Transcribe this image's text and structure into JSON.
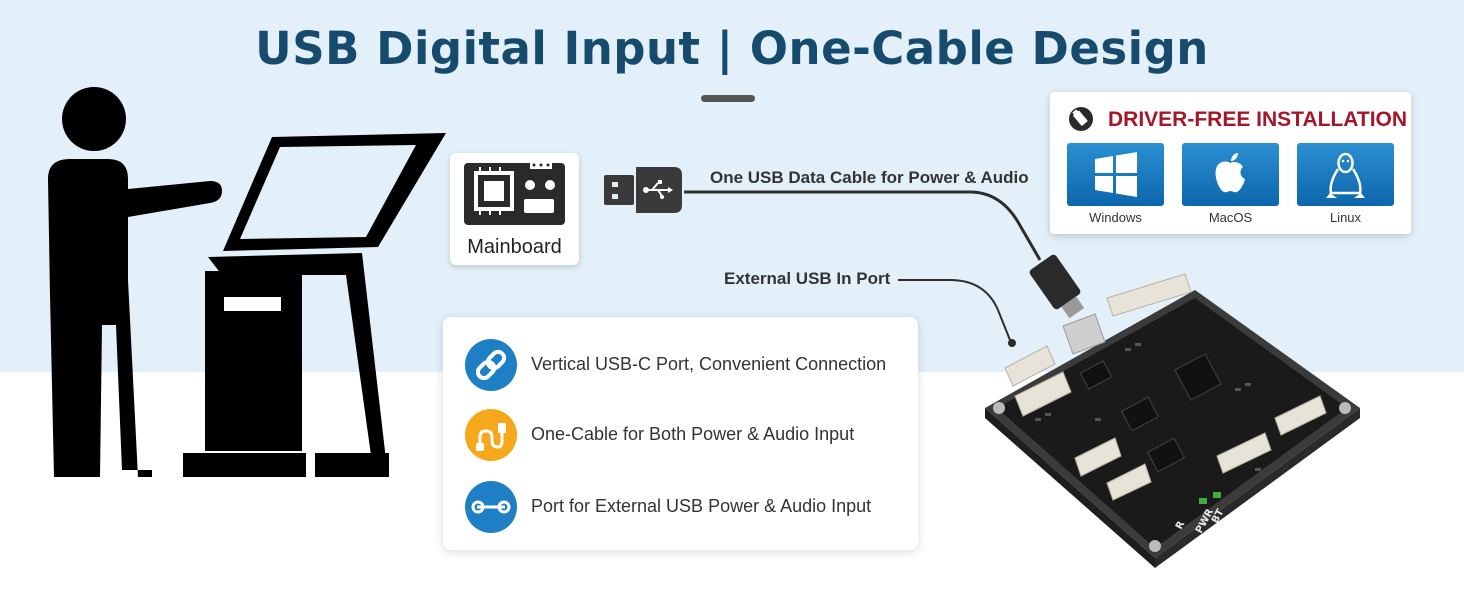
{
  "title": "USB Digital Input | One-Cable Design",
  "mainboard": {
    "label": "Mainboard"
  },
  "cable": {
    "label": "One USB Data Cable for Power & Audio"
  },
  "external_port": {
    "label": "External USB In Port"
  },
  "driver": {
    "title": "DRIVER-FREE INSTALLATION",
    "title_color": "#a3172a",
    "icon": "usb-plug-icon",
    "os": [
      {
        "label": "Windows",
        "icon": "windows-logo-icon"
      },
      {
        "label": "MacOS",
        "icon": "apple-logo-icon"
      },
      {
        "label": "Linux",
        "icon": "linux-penguin-icon"
      }
    ]
  },
  "features": [
    {
      "text": "Vertical USB-C Port, Convenient Connection",
      "icon": "chain-link-icon",
      "color": "#1f7fc5"
    },
    {
      "text": "One-Cable for Both Power & Audio Input",
      "icon": "usb-cable-icon",
      "color": "#f5a81c"
    },
    {
      "text": "Port for External USB Power & Audio Input",
      "icon": "port-connector-icon",
      "color": "#1f7fc5"
    }
  ],
  "colors": {
    "title": "#164b6e",
    "background_top": "#e3f0f9",
    "accent_blue": "#1f7fc5"
  },
  "board": {
    "silkscreen": [
      "BT",
      "PWR",
      "R"
    ]
  }
}
